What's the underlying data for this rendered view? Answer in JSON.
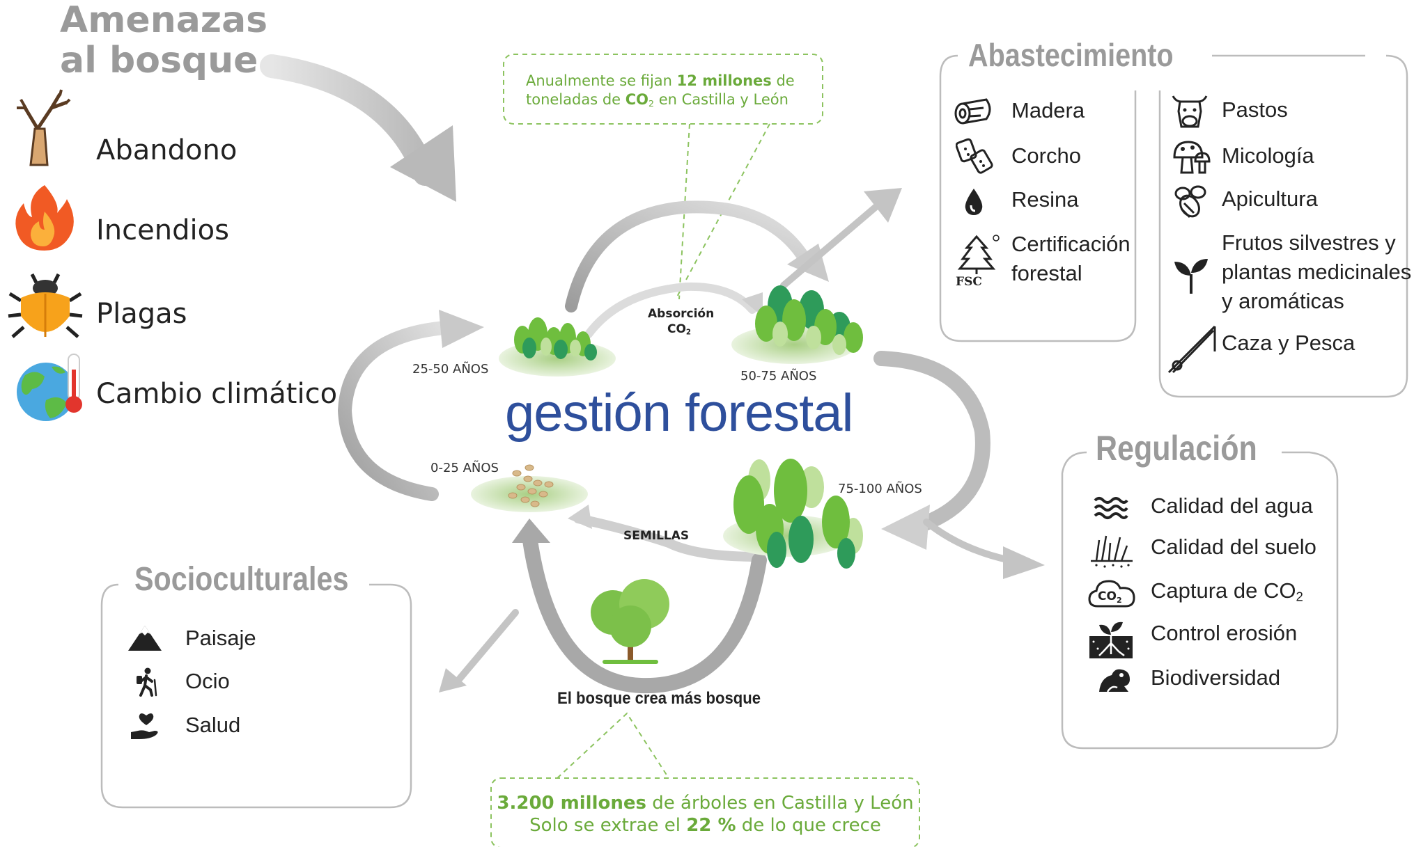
{
  "threats": {
    "title_line1": "Amenazas",
    "title_line2": "al bosque",
    "items": [
      {
        "label": "Abandono",
        "icon": "dead-tree-icon"
      },
      {
        "label": "Incendios",
        "icon": "fire-icon"
      },
      {
        "label": "Plagas",
        "icon": "bug-icon"
      },
      {
        "label": "Cambio climático",
        "icon": "earth-thermometer-icon"
      }
    ]
  },
  "co2_note": {
    "prefix": "Anualmente se fijan ",
    "bold": "12 millones",
    "mid": " de",
    "line2_a": "toneladas de ",
    "co": "CO",
    "sub": "2",
    "line2_b": " en Castilla y León"
  },
  "cycle": {
    "center_title": "gestión forestal",
    "absorption": "Absorción",
    "absorption_co": "CO",
    "absorption_sub": "2",
    "seeds": "SEMILLAS",
    "ages": [
      "25-50  AÑOS",
      "50-75  AÑOS",
      "0-25 AÑOS",
      "75-100  AÑOS"
    ],
    "forest_caption": "El bosque crea más bosque"
  },
  "trees_note": {
    "bold1": "3.200 millones",
    "rest1": " de árboles en Castilla y León",
    "pre2": "Solo se extrae el ",
    "bold2": "22 %",
    "rest2": " de lo que crece"
  },
  "supply": {
    "title": "Abastecimiento",
    "left_items": [
      {
        "label": "Madera",
        "icon": "log-icon"
      },
      {
        "label": "Corcho",
        "icon": "cork-icon"
      },
      {
        "label": "Resina",
        "icon": "resin-drop-icon"
      },
      {
        "label_line1": "Certificación",
        "label_line2": "forestal",
        "icon": "fsc-icon",
        "badge": "FSC"
      }
    ],
    "right_items": [
      {
        "label": "Pastos",
        "icon": "cow-icon"
      },
      {
        "label": "Micología",
        "icon": "mushroom-icon"
      },
      {
        "label": "Apicultura",
        "icon": "bee-icon"
      },
      {
        "label_line1": "Frutos silvestres y",
        "label_line2": "plantas medicinales",
        "label_line3": "y aromáticas",
        "icon": "sprout-icon"
      },
      {
        "label": "Caza y Pesca",
        "icon": "fishing-rod-icon"
      }
    ]
  },
  "regulation": {
    "title": "Regulación",
    "items": [
      {
        "label": "Calidad del agua",
        "icon": "water-waves-icon"
      },
      {
        "label": "Calidad del suelo",
        "icon": "soil-grass-icon"
      },
      {
        "label_a": "Captura de CO",
        "label_sub": "2",
        "icon": "co2-cloud-icon",
        "icon_text": "CO",
        "icon_sub": "2"
      },
      {
        "label": "Control erosión",
        "icon": "roots-plant-icon"
      },
      {
        "label": "Biodiversidad",
        "icon": "frog-icon"
      }
    ]
  },
  "socio": {
    "title": "Socioculturales",
    "items": [
      {
        "label": "Paisaje",
        "icon": "mountain-icon"
      },
      {
        "label": "Ocio",
        "icon": "hiker-icon"
      },
      {
        "label": "Salud",
        "icon": "heart-hand-icon"
      }
    ]
  },
  "colors": {
    "title_gray": "#9a9a9a",
    "arrow_gray": "#b0b0b0",
    "accent_green": "#6aaa3a",
    "center_blue": "#2e4f9c"
  }
}
